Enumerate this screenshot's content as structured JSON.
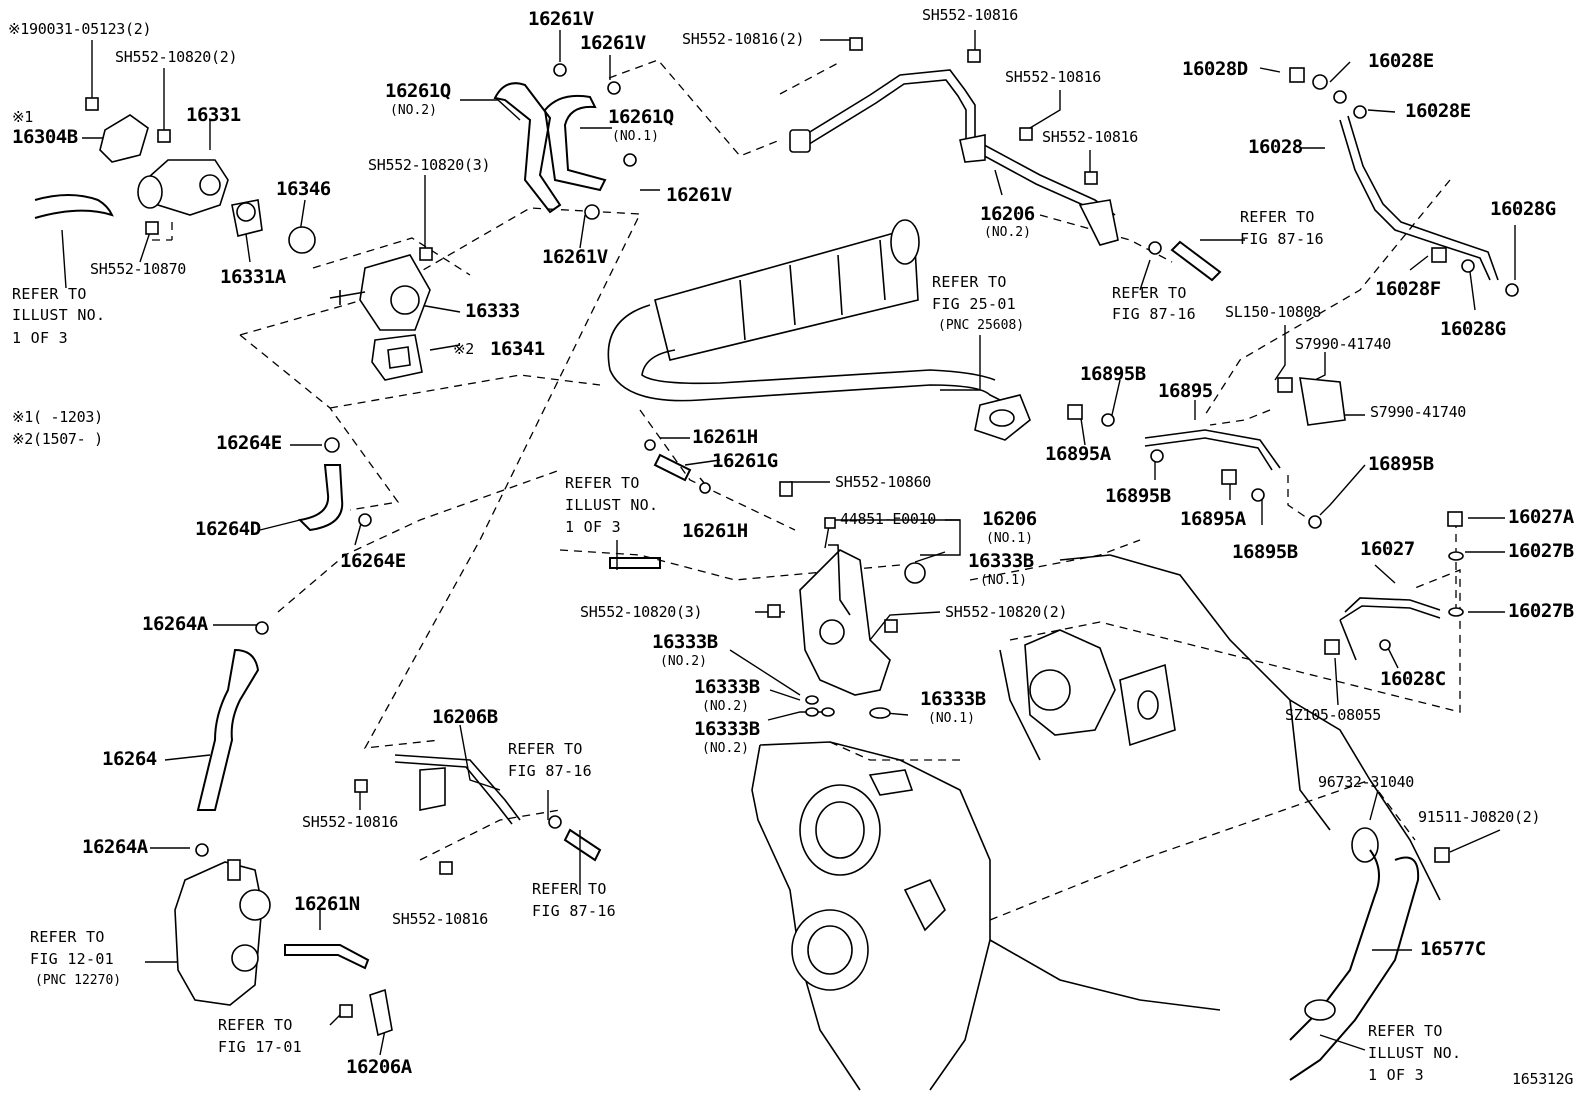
{
  "labels": {
    "p190031_05123": "※190031-05123(2)",
    "sh552_10820_2a": "SH552-10820(2)",
    "note1_mark": "※1",
    "p16304b": "16304B",
    "p16331": "16331",
    "p16346": "16346",
    "sh552_10870": "SH552-10870",
    "p16331a": "16331A",
    "ref_illust_top": "REFER TO",
    "ref_illust_top2": "ILLUST NO.",
    "ref_illust_top3": "1 OF 3",
    "p16261v_1": "16261V",
    "p16261v_2": "16261V",
    "p16261q_no2": "16261Q",
    "no2_a": "(NO.2)",
    "p16261q_no1": "16261Q",
    "no1_a": "(NO.1)",
    "p16261v_3": "16261V",
    "p16261v_4": "16261V",
    "sh552_10820_3a": "SH552-10820(3)",
    "p16333": "16333",
    "p16341_mark": "※2",
    "p16341": "16341",
    "note1": "※1(      -1203)",
    "note2": "※2(1507-      )",
    "p16264e_1": "16264E",
    "p16264d": "16264D",
    "p16264e_2": "16264E",
    "p16264a_1": "16264A",
    "p16264": "16264",
    "p16264a_2": "16264A",
    "ref_fig_12_1": "REFER TO",
    "ref_fig_12_2": "FIG 12-01",
    "ref_fig_12_3": "(PNC 12270)",
    "p16261n": "16261N",
    "ref_fig_17_1": "REFER TO",
    "ref_fig_17_2": "FIG 17-01",
    "p16206a": "16206A",
    "p16206b": "16206B",
    "sh552_10816_b1": "SH552-10816",
    "sh552_10816_b2": "SH552-10816",
    "ref_fig_87a_1": "REFER TO",
    "ref_fig_87a_2": "FIG 87-16",
    "ref_fig_87b_1": "REFER TO",
    "ref_fig_87b_2": "FIG 87-16",
    "sh552_10816_2": "SH552-10816(2)",
    "sh552_10816_t1": "SH552-10816",
    "sh552_10816_t2": "SH552-10816",
    "sh552_10816_t3": "SH552-10816",
    "p16206_no2": "16206",
    "no2_b": "(NO.2)",
    "ref_fig_87c_1": "REFER TO",
    "ref_fig_87c_2": "FIG 87-16",
    "ref_fig_87d_1": "REFER TO",
    "ref_fig_87d_2": "FIG 87-16",
    "ref_fig_25_1": "REFER TO",
    "ref_fig_25_2": "FIG 25-01",
    "ref_fig_25_3": "(PNC 25608)",
    "p16261h_1": "16261H",
    "p16261g": "16261G",
    "p16261h_2": "16261H",
    "ref_illust_mid1": "REFER TO",
    "ref_illust_mid2": "ILLUST NO.",
    "ref_illust_mid3": "1 OF 3",
    "sh552_10860": "SH552-10860",
    "p44851": "44851-E0010",
    "p16206_no1": "16206",
    "no1_b": "(NO.1)",
    "p16333b_1": "16333B",
    "no1_c": "(NO.1)",
    "sh552_10820_3b": "SH552-10820(3)",
    "sh552_10820_2b": "SH552-10820(2)",
    "p16333b_2": "16333B",
    "no2_c": "(NO.2)",
    "p16333b_3": "16333B",
    "no2_d": "(NO.2)",
    "p16333b_4": "16333B",
    "no2_e": "(NO.2)",
    "p16333b_5": "16333B",
    "no1_d": "(NO.1)",
    "p16028d": "16028D",
    "p16028e_1": "16028E",
    "p16028e_2": "16028E",
    "p16028": "16028",
    "p16028g_1": "16028G",
    "p16028f": "16028F",
    "p16028g_2": "16028G",
    "sl150_10808": "SL150-10808",
    "s7990_41740_1": "S7990-41740",
    "s7990_41740_2": "S7990-41740",
    "p16895b_1": "16895B",
    "p16895": "16895",
    "p16895a_1": "16895A",
    "p16895b_2": "16895B",
    "p16895a_2": "16895A",
    "p16895b_3": "16895B",
    "p16895b_4": "16895B",
    "p16027a": "16027A",
    "p16027": "16027",
    "p16027b_1": "16027B",
    "p16027b_2": "16027B",
    "p16028c": "16028C",
    "sz105_08055": "SZ105-08055",
    "p96732": "96732-31040",
    "p91511": "91511-J0820(2)",
    "p16577c": "16577C",
    "ref_illust_bot1": "REFER TO",
    "ref_illust_bot2": "ILLUST NO.",
    "ref_illust_bot3": "1 OF 3",
    "fig_code": "165312G"
  }
}
